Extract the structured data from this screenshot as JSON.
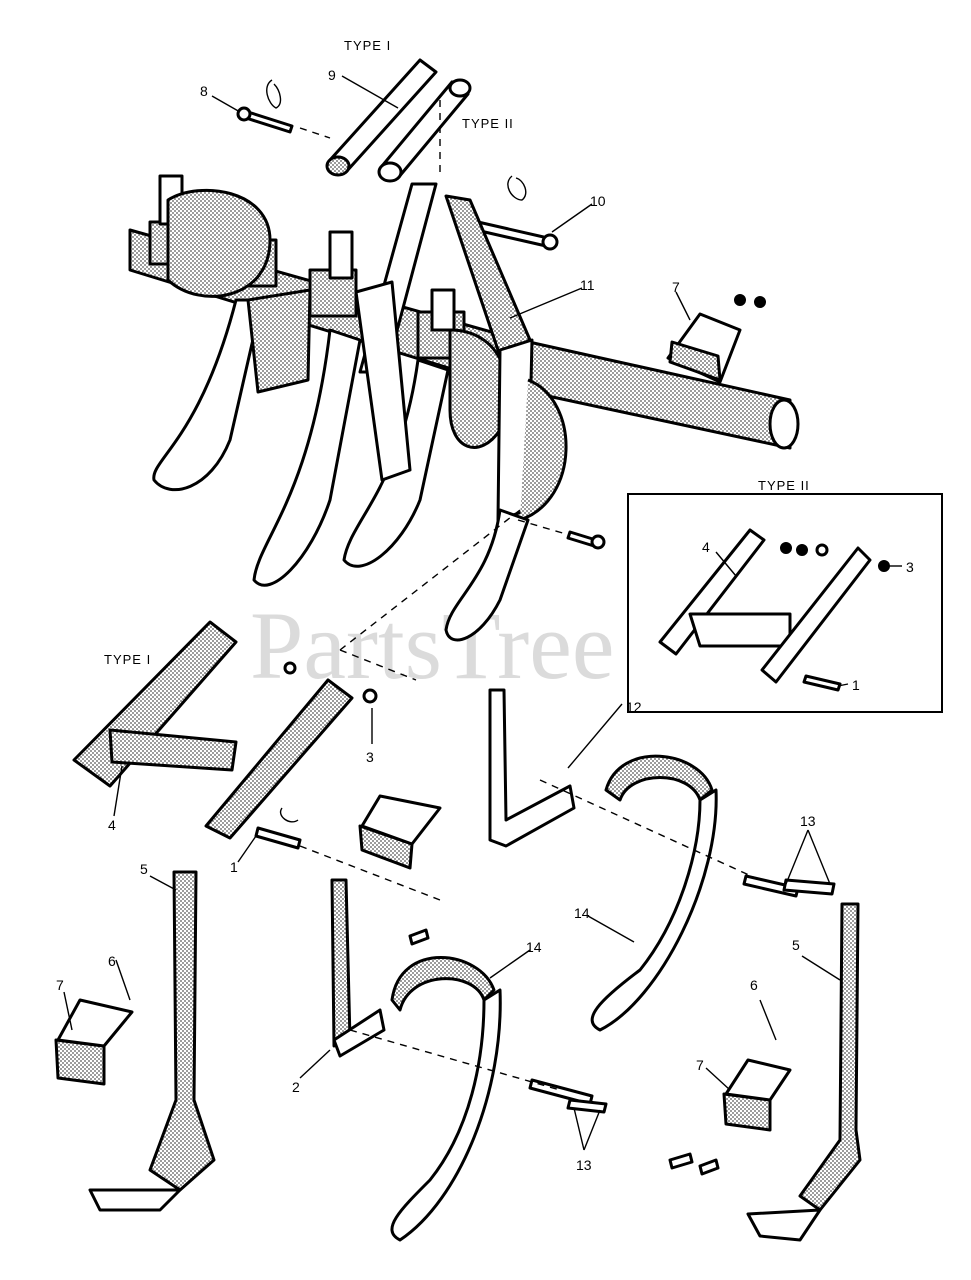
{
  "watermark": "PartsTree",
  "type_labels": {
    "type_1_top": "TYPE I",
    "type_2_top": "TYPE II",
    "type_2_box": "TYPE II",
    "type_1_mid": "TYPE I"
  },
  "callouts": {
    "c1_right": "1",
    "c1_left": "1",
    "c2": "2",
    "c3_right": "3",
    "c3_left": "3",
    "c4_right": "4",
    "c4_left": "4",
    "c5_left": "5",
    "c5_right": "5",
    "c6_left": "6",
    "c6_right": "6",
    "c7_top": "7",
    "c7_left": "7",
    "c7_right": "7",
    "c8": "8",
    "c9": "9",
    "c10": "10",
    "c11": "11",
    "c12": "12",
    "c13_top": "13",
    "c13_bottom": "13",
    "c14_left": "14",
    "c14_right": "14"
  }
}
